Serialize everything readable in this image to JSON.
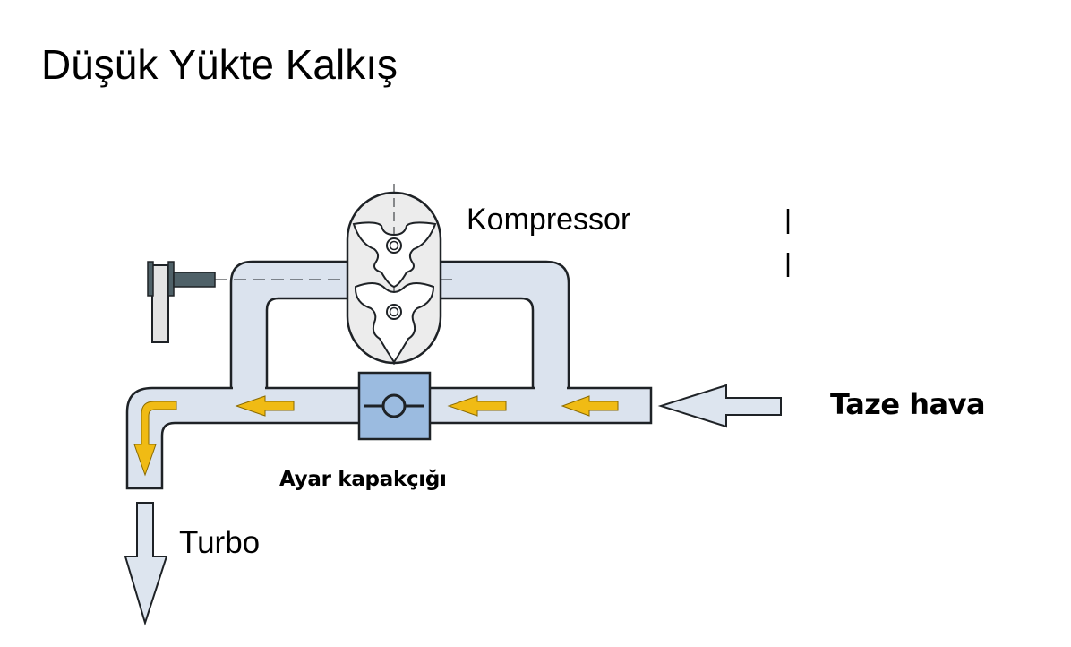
{
  "title": "Düşük Yükte Kalkış",
  "labels": {
    "compressor": "Kompressor",
    "fresh_air": "Taze hava",
    "control_flap": "Ayar kapakçığı",
    "turbo": "Turbo"
  },
  "colors": {
    "pipe_fill": "#dbe3ee",
    "pipe_stroke": "#1e2226",
    "flow_arrow": "#f0bb14",
    "valve_fill": "#9bbbe0",
    "compressor_fill": "#ececec",
    "shaft": "#4f6168",
    "io_arrow_fill": "#dde5ef"
  },
  "flow": {
    "direction_in_pipe": "right-to-left",
    "flap_state": "open"
  }
}
